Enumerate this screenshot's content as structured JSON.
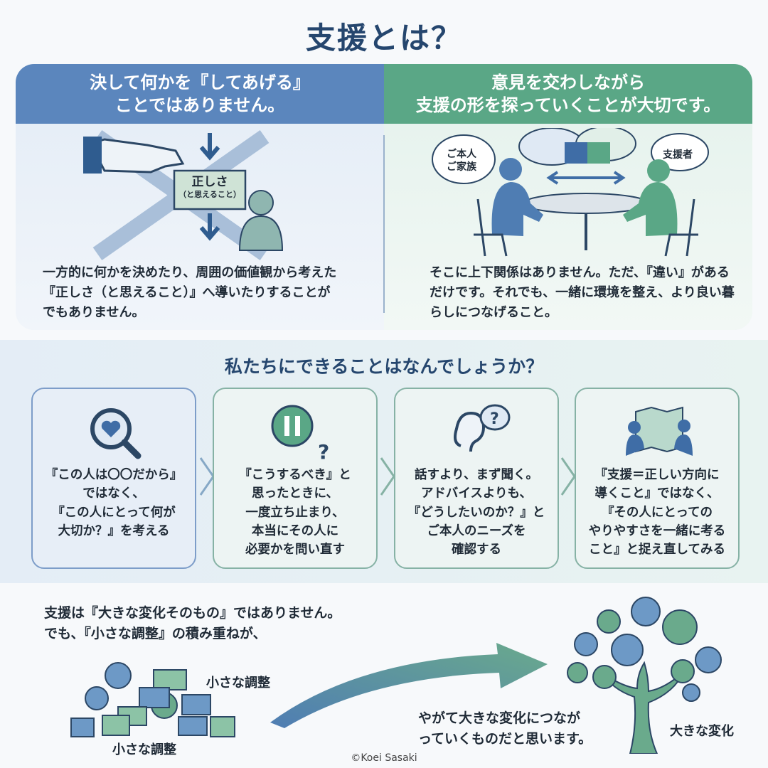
{
  "title": "支援とは？",
  "top": {
    "left_heading": [
      "決して何かを『してあげる』",
      "ことではありません。"
    ],
    "right_heading": [
      "意見を交わしながら",
      "支援の形を探っていくことが大切です。"
    ],
    "left_card_label": [
      "正しさ",
      "（と思えること）"
    ],
    "left_body": [
      "一方的に何かを決めたり、周囲の価値観から考えた",
      "『正しさ（と思えること）』へ導いたりすることが",
      "でもありません。"
    ],
    "right_bubble_left": [
      "ご本人",
      "ご家族"
    ],
    "right_bubble_right": "支援者",
    "right_body": [
      "そこに上下関係はありません。ただ、『違い』がある",
      "だけです。それでも、一緒に環境を整え、より良い暮",
      "らしにつなげること。"
    ]
  },
  "middle": {
    "title": "私たちにできることはなんでしょうか？",
    "cards": [
      {
        "icon": "magnifier-heart-icon",
        "lines": [
          "『この人は〇〇だから』",
          "ではなく、",
          "『この人にとって何が",
          "大切か？』を考える"
        ]
      },
      {
        "icon": "pause-question-icon",
        "lines": [
          "『こうするべき』と",
          "思ったときに、",
          "一度立ち止まり、",
          "本当にその人に",
          "必要かを問い直す"
        ]
      },
      {
        "icon": "ear-question-icon",
        "lines": [
          "話すより、まず聞く。",
          "アドバイスよりも、",
          "『どうしたいのか？』と",
          "ご本人のニーズを",
          "確認する"
        ]
      },
      {
        "icon": "map-people-icon",
        "lines": [
          "『支援＝正しい方向に",
          "導くこと』ではなく、",
          "『その人にとっての",
          "やりやすさを一緒に考る",
          "こと』と捉え直してみる"
        ]
      }
    ]
  },
  "bottom": {
    "intro": [
      "支援は『大きな変化そのもの』ではありません。",
      "でも、『小さな調整』の積み重ねが、"
    ],
    "small_label_1": "小さな調整",
    "small_label_2": "小さな調整",
    "end": [
      "やがて大きな変化につなが",
      "っていくものだと思います。"
    ],
    "big_label": "大きな変化"
  },
  "copyright": "©Koei Sasaki",
  "colors": {
    "blue": "#5b86bd",
    "green": "#5aa786",
    "navy": "#25466e",
    "accent_green": "#6aaa8c"
  }
}
